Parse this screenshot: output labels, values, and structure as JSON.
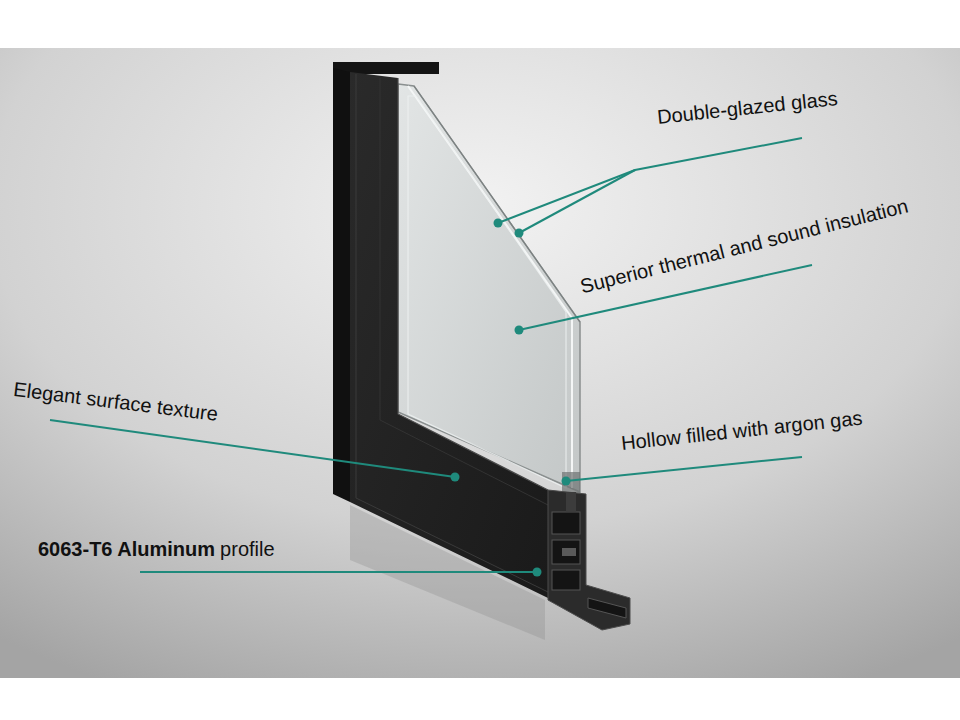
{
  "diagram": {
    "labels": [
      "Double-glazed glass",
      "Superior thermal and sound insulation",
      "Elegant surface texture",
      "Hollow filled with argon gas",
      "6063-T6 Aluminum",
      "profile"
    ]
  }
}
